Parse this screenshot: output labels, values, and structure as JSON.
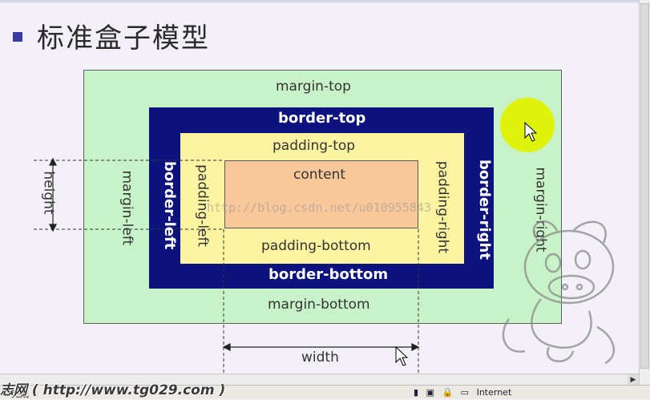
{
  "slide": {
    "title": "标准盒子模型"
  },
  "box_model": {
    "margin_top": "margin-top",
    "margin_bottom": "margin-bottom",
    "margin_left": "margin-left",
    "margin_right": "margin-right",
    "border_top": "border-top",
    "border_bottom": "border-bottom",
    "border_left": "border-left",
    "border_right": "border-right",
    "padding_top": "padding-top",
    "padding_bottom": "padding-bottom",
    "padding_left": "padding-left",
    "padding_right": "padding-right",
    "content": "content",
    "height": "height",
    "width": "width"
  },
  "watermark": "http://blog.csdn.net/u010955843",
  "footer": {
    "site": "志网 ( http://www.tg029.com )",
    "status": "完成",
    "tray_items": [
      "▮",
      "▣",
      "🔒",
      "▭",
      "Internet"
    ]
  },
  "colors": {
    "margin": "#c8f2c8",
    "border": "#0c127e",
    "padding": "#fcf4a0",
    "content": "#f9c89a",
    "bullet": "#3a3aa5",
    "cursor_highlight": "#dff20a"
  },
  "icons": {
    "bullet": "square-bullet",
    "cursor": "mouse-pointer-icon",
    "mascot": "cartoon-cow-mascot"
  }
}
